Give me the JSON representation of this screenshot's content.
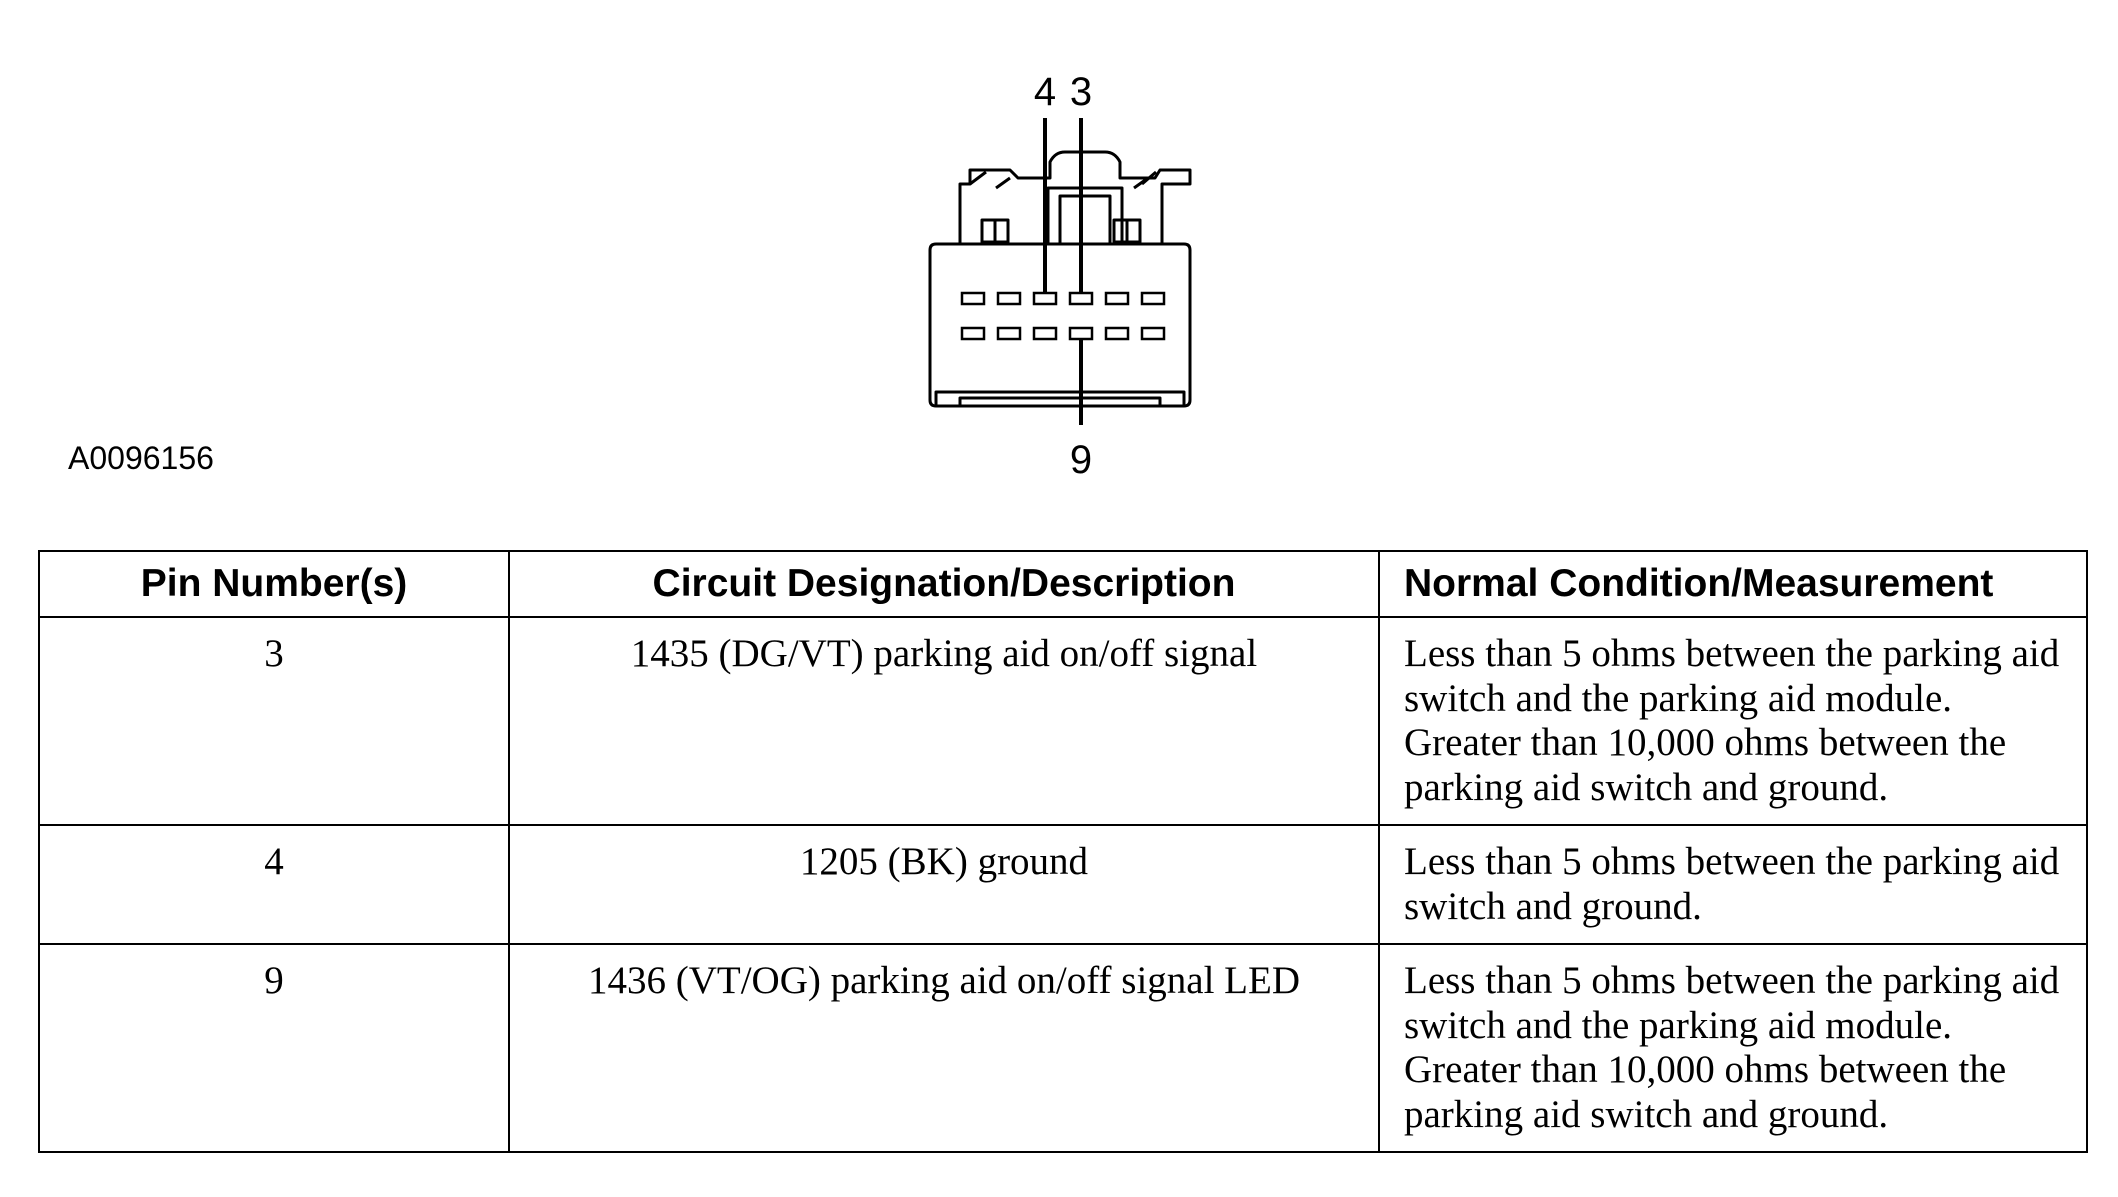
{
  "figure": {
    "id": "A0096156",
    "pin_labels": {
      "top_left": "4",
      "top_right": "3",
      "bottom": "9"
    }
  },
  "table": {
    "headers": [
      "Pin Number(s)",
      "Circuit Designation/Description",
      "Normal Condition/Measurement"
    ],
    "rows": [
      {
        "pin": "3",
        "circuit": "1435 (DG/VT) parking aid on/off signal",
        "condition": "Less than 5 ohms between the parking aid switch and the parking aid module. Greater than 10,000 ohms between the parking aid switch and ground."
      },
      {
        "pin": "4",
        "circuit": "1205 (BK) ground",
        "condition": "Less than 5 ohms between the parking aid switch and ground."
      },
      {
        "pin": "9",
        "circuit": "1436 (VT/OG) parking aid on/off signal LED",
        "condition": "Less than 5 ohms between the parking aid switch and the parking aid module. Greater than 10,000 ohms between the parking aid switch and ground."
      }
    ]
  }
}
